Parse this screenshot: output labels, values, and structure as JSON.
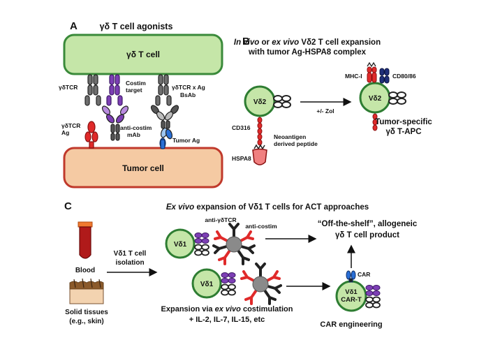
{
  "panel_a": {
    "letter": "A",
    "title": "γδ T cell agonists",
    "t_cell_label": "γδ T cell",
    "tumor_cell_label": "Tumor cell",
    "labels": {
      "gd_tcr": "γδTCR",
      "costim_target_1": "Costim",
      "costim_target_2": "target",
      "bsab_1": "γδTCR x Ag",
      "bsab_2": "BsAb",
      "gd_tcr_ag_1": "γδTCR",
      "gd_tcr_ag_2": "Ag",
      "anti_costim_1": "anti-costim",
      "anti_costim_2": "mAb",
      "tumor_ag": "Tumor Ag"
    }
  },
  "panel_b": {
    "letter": "B",
    "title_line1_italic": "In vivo",
    "title_line1_mid": " or ",
    "title_line1_italic2": "ex vivo",
    "title_line1_rest": " Vδ2 T cell expansion",
    "title_line2": "with tumor Ag-HSPA8 complex",
    "cell_label": "Vδ2",
    "cd316": "CD316",
    "hspa8": "HSPA8",
    "neoantigen_1": "Neoantigen",
    "neoantigen_2": "derived peptide",
    "arrow_label": "+/- Zol",
    "mhc": "MHC-I",
    "cd80": "CD80/86",
    "result_1": "Tumor-specific",
    "result_2": "γδ T-APC"
  },
  "panel_c": {
    "letter": "C",
    "title_italic": "Ex vivo",
    "title_rest": " expansion of Vδ1 T cells for ACT approaches",
    "blood": "Blood",
    "solid_1": "Solid tissues",
    "solid_2": "(e.g., skin)",
    "isolation_1": "Vδ1 T cell",
    "isolation_2": "isolation",
    "cell_label": "Vδ1",
    "anti_gdtcr": "anti-γδTCR",
    "anti_costim": "anti-costim",
    "product_1": "“Off-the-shelf”, allogeneic",
    "product_2": "γδ T cell product",
    "expansion_pre": "Expansion via ",
    "expansion_italic": "ex vivo",
    "expansion_post": " costimulation",
    "expansion_2": "+ IL-2, IL-7, IL-15, etc",
    "car": "CAR",
    "car_t_1": "Vδ1",
    "car_t_2": "CAR-T",
    "car_engineering": "CAR engineering"
  },
  "colors": {
    "t_cell_fill": "#c5e6a8",
    "t_cell_stroke": "#3a8a3a",
    "tumor_fill": "#f5caa3",
    "tumor_stroke": "#c0392b",
    "purple": "#7d3fb5",
    "red": "#e02a2a",
    "blue": "#2a6fd6",
    "navy": "#1f2f7a",
    "grey": "#6f6f6f"
  }
}
